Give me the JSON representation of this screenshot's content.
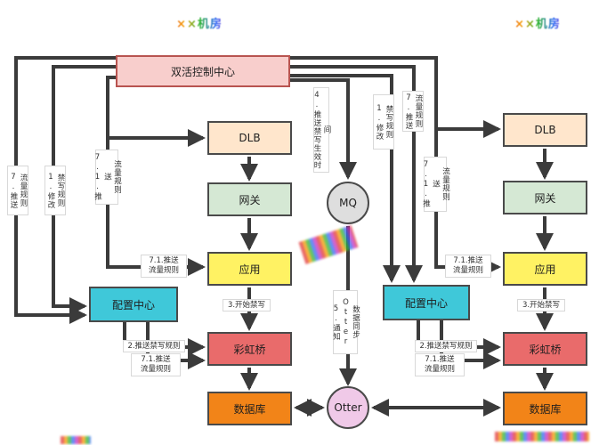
{
  "headers": {
    "left": "××机房",
    "right": "××机房"
  },
  "nodes": {
    "control_center": "双活控制中心",
    "mq": "MQ",
    "otter": "Otter",
    "left": {
      "dlb": "DLB",
      "gateway": "网关",
      "app": "应用",
      "config_center": "配置中心",
      "rainbow_bridge": "彩虹桥",
      "database": "数据库"
    },
    "right": {
      "dlb": "DLB",
      "gateway": "网关",
      "app": "应用",
      "config_center": "配置中心",
      "rainbow_bridge": "彩虹桥",
      "database": "数据库"
    }
  },
  "edge_labels": {
    "left": {
      "push_traffic_rules_7": "7.推送\n流量规则",
      "modify_ban_rules_1": "1.修改\n禁写规则",
      "push_traffic_rules_71": "7.1.推送\n流量规则",
      "push_traffic_rules_71_app": "7.1.推送\n流量规则",
      "start_ban_3": "3.开始禁写",
      "push_ban_rules_2": "2.推送禁写规则",
      "push_traffic_rules_71_bridge": "7.1.推送\n流量规则"
    },
    "center": {
      "push_ban_effective_time_4": "4.推送禁写生效时间",
      "notify_otter_sync_5": "5.通知Otter\n数据同步"
    },
    "right": {
      "modify_ban_rules_1": "1.修改\n禁写规则",
      "push_traffic_rules_7": "7.推送\n流量规则",
      "push_traffic_rules_71": "7.1.推送\n流量规则",
      "push_traffic_rules_71_app": "7.1.推送\n流量规则",
      "start_ban_3": "3.开始禁写",
      "push_ban_rules_2": "2.推送禁写规则",
      "push_traffic_rules_71_bridge": "7.1.推送\n流量规则"
    }
  },
  "colors": {
    "control_center": "#f8cecc",
    "control_center_border": "#b85450",
    "dlb": "#ffe6cc",
    "gateway": "#d5e8d4",
    "app": "#fff263",
    "config_center": "#3fc8d9",
    "rainbow_bridge": "#e96b6b",
    "database": "#f28418",
    "mq": "#dedede",
    "otter": "#f0c9e8",
    "arrow": "#3b3b3b"
  }
}
